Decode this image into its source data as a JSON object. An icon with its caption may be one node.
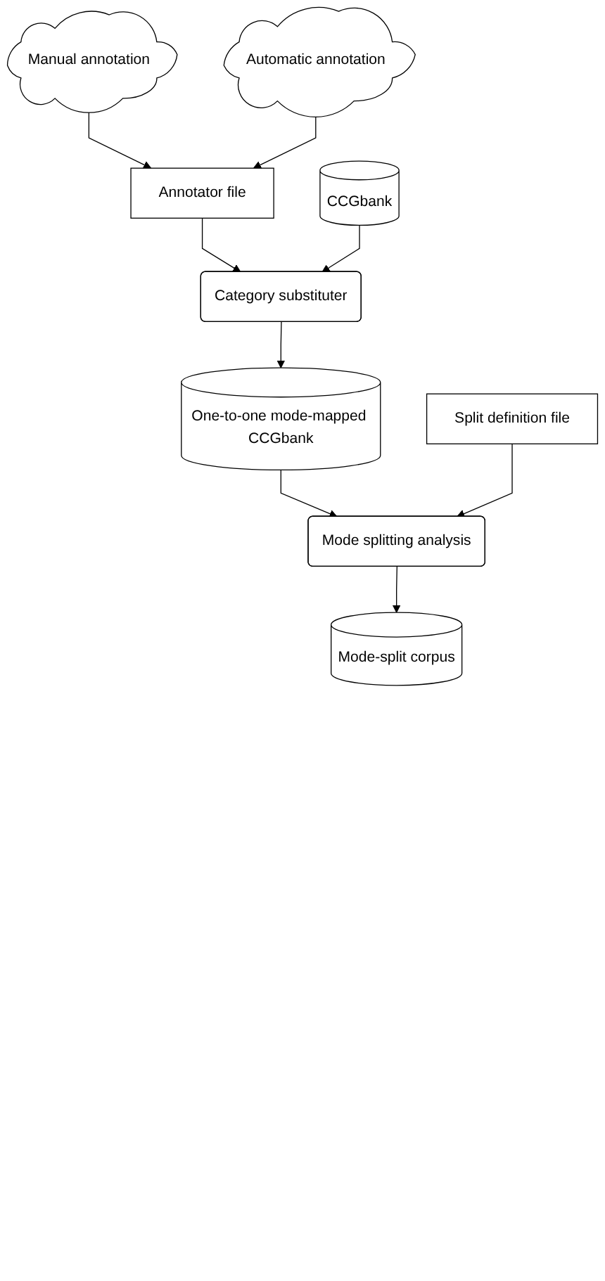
{
  "diagram": {
    "nodes": [
      {
        "text": [
          "Manual annotation"
        ]
      },
      {
        "text": [
          "Automatic annotation"
        ]
      },
      {
        "text": [
          "Annotator file"
        ]
      },
      {
        "text": [
          "CCGbank"
        ]
      },
      {
        "text": [
          "Category substituter"
        ]
      },
      {
        "text": [
          "One-to-one mode-mapped CCGbank"
        ]
      },
      {
        "text": [
          "Split definition file"
        ]
      },
      {
        "text": [
          "Mode splitting analysis"
        ]
      },
      {
        "text": [
          "Mode-split corpus"
        ]
      }
    ],
    "edges": [
      {
        "from": 0,
        "to": 2,
        "arrow": "to"
      },
      {
        "from": 1,
        "to": 2,
        "arrow": "to"
      },
      {
        "from": 2,
        "to": 4,
        "arrow": "to"
      },
      {
        "from": 3,
        "to": 4,
        "arrow": "to"
      },
      {
        "from": 4,
        "to": 5,
        "arrow": "to"
      },
      {
        "from": 5,
        "to": 7,
        "arrow": "to"
      },
      {
        "from": 6,
        "to": 7,
        "arrow": "to"
      },
      {
        "from": 7,
        "to": 8,
        "arrow": "to"
      }
    ]
  }
}
